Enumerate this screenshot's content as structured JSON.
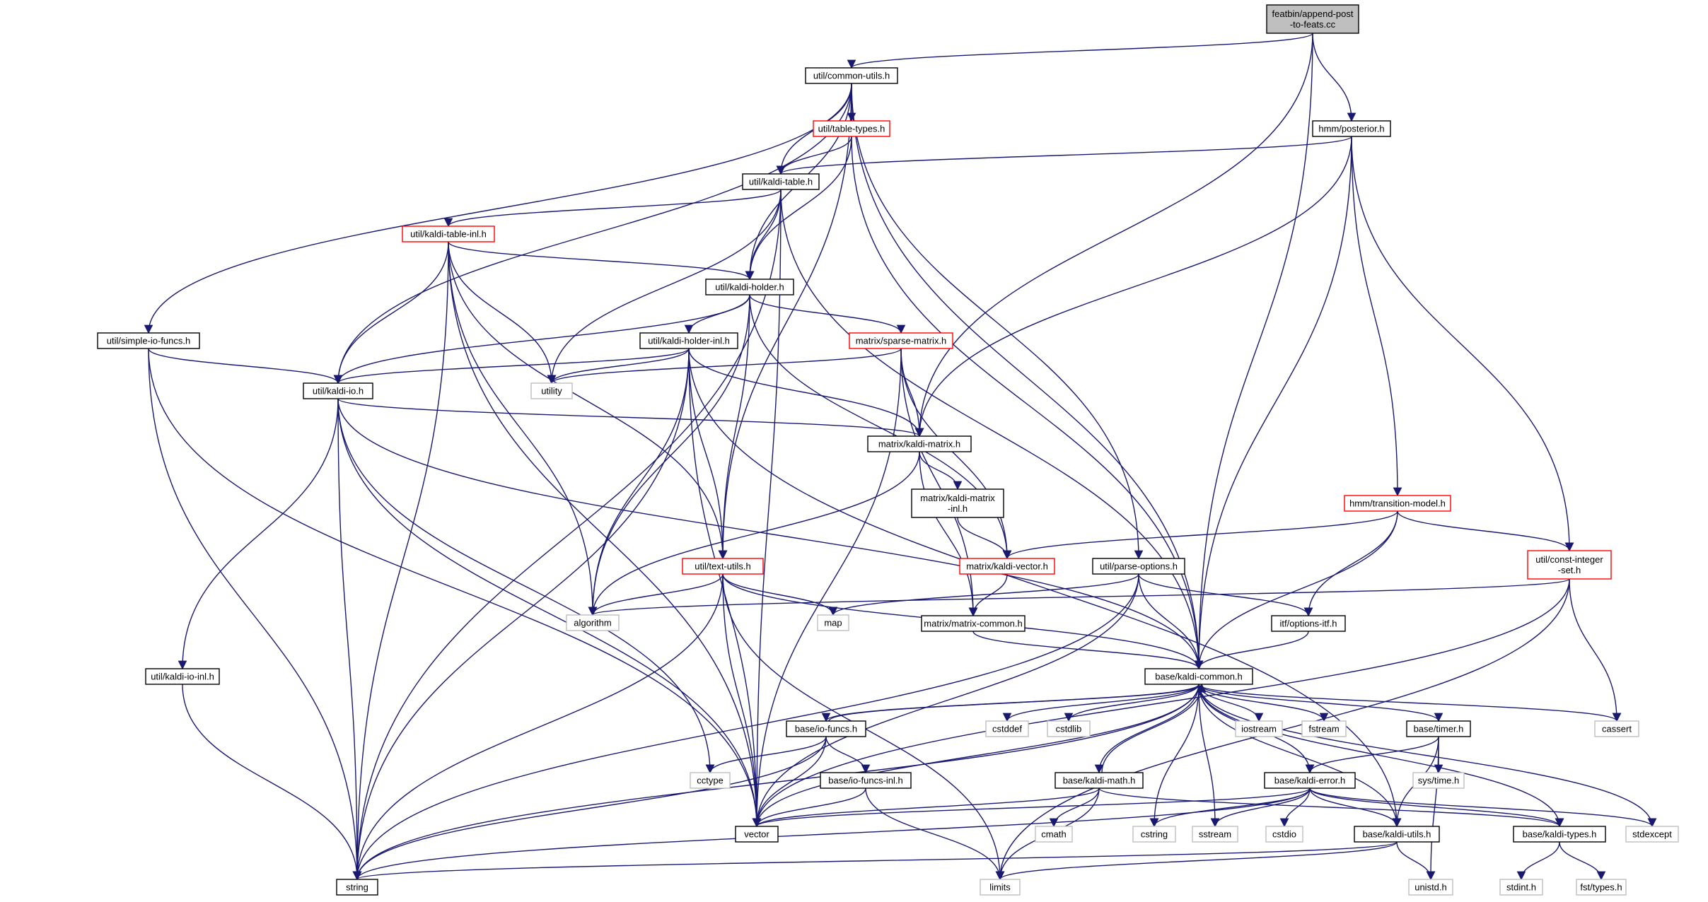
{
  "colors": {
    "edge": "#191970",
    "border_normal": "#000000",
    "border_truncated": "#ff0000",
    "border_system": "#bfbfbf",
    "fill_root": "#bfbfbf",
    "fill_normal": "#ffffff",
    "text_system": "#7f7f7f"
  },
  "nodes": [
    {
      "id": "root",
      "lines": [
        "featbin/append-post",
        "-to-feats.cc"
      ],
      "kind": "root"
    },
    {
      "id": "common_utils",
      "lines": [
        "util/common-utils.h"
      ],
      "kind": "normal"
    },
    {
      "id": "posterior",
      "lines": [
        "hmm/posterior.h"
      ],
      "kind": "normal"
    },
    {
      "id": "table_types",
      "lines": [
        "util/table-types.h"
      ],
      "kind": "truncated"
    },
    {
      "id": "kaldi_table",
      "lines": [
        "util/kaldi-table.h"
      ],
      "kind": "normal"
    },
    {
      "id": "kaldi_table_inl",
      "lines": [
        "util/kaldi-table-inl.h"
      ],
      "kind": "truncated"
    },
    {
      "id": "kaldi_holder",
      "lines": [
        "util/kaldi-holder.h"
      ],
      "kind": "normal"
    },
    {
      "id": "simple_io",
      "lines": [
        "util/simple-io-funcs.h"
      ],
      "kind": "normal"
    },
    {
      "id": "holder_inl",
      "lines": [
        "util/kaldi-holder-inl.h"
      ],
      "kind": "normal"
    },
    {
      "id": "sparse_matrix",
      "lines": [
        "matrix/sparse-matrix.h"
      ],
      "kind": "truncated"
    },
    {
      "id": "utility",
      "lines": [
        "utility"
      ],
      "kind": "system"
    },
    {
      "id": "kaldi_io",
      "lines": [
        "util/kaldi-io.h"
      ],
      "kind": "normal"
    },
    {
      "id": "kaldi_matrix",
      "lines": [
        "matrix/kaldi-matrix.h"
      ],
      "kind": "normal"
    },
    {
      "id": "kaldi_matrix_inl",
      "lines": [
        "matrix/kaldi-matrix",
        "-inl.h"
      ],
      "kind": "normal"
    },
    {
      "id": "transition_model",
      "lines": [
        "hmm/transition-model.h"
      ],
      "kind": "truncated"
    },
    {
      "id": "const_integer_set",
      "lines": [
        "util/const-integer",
        "-set.h"
      ],
      "kind": "truncated"
    },
    {
      "id": "text_utils",
      "lines": [
        "util/text-utils.h"
      ],
      "kind": "truncated"
    },
    {
      "id": "kaldi_vector",
      "lines": [
        "matrix/kaldi-vector.h"
      ],
      "kind": "truncated"
    },
    {
      "id": "parse_options",
      "lines": [
        "util/parse-options.h"
      ],
      "kind": "normal"
    },
    {
      "id": "algorithm",
      "lines": [
        "algorithm"
      ],
      "kind": "system"
    },
    {
      "id": "map",
      "lines": [
        "map"
      ],
      "kind": "system"
    },
    {
      "id": "matrix_common",
      "lines": [
        "matrix/matrix-common.h"
      ],
      "kind": "normal"
    },
    {
      "id": "options_itf",
      "lines": [
        "itf/options-itf.h"
      ],
      "kind": "normal"
    },
    {
      "id": "kaldi_io_inl",
      "lines": [
        "util/kaldi-io-inl.h"
      ],
      "kind": "normal"
    },
    {
      "id": "kaldi_common",
      "lines": [
        "base/kaldi-common.h"
      ],
      "kind": "normal"
    },
    {
      "id": "io_funcs",
      "lines": [
        "base/io-funcs.h"
      ],
      "kind": "normal"
    },
    {
      "id": "cstddef",
      "lines": [
        "cstddef"
      ],
      "kind": "system"
    },
    {
      "id": "cstdlib",
      "lines": [
        "cstdlib"
      ],
      "kind": "system"
    },
    {
      "id": "iostream",
      "lines": [
        "iostream"
      ],
      "kind": "system"
    },
    {
      "id": "fstream",
      "lines": [
        "fstream"
      ],
      "kind": "system"
    },
    {
      "id": "timer",
      "lines": [
        "base/timer.h"
      ],
      "kind": "normal"
    },
    {
      "id": "cassert",
      "lines": [
        "cassert"
      ],
      "kind": "system"
    },
    {
      "id": "cctype",
      "lines": [
        "cctype"
      ],
      "kind": "system"
    },
    {
      "id": "io_funcs_inl",
      "lines": [
        "base/io-funcs-inl.h"
      ],
      "kind": "normal"
    },
    {
      "id": "sys_time",
      "lines": [
        "sys/time.h"
      ],
      "kind": "system"
    },
    {
      "id": "kaldi_math",
      "lines": [
        "base/kaldi-math.h"
      ],
      "kind": "normal"
    },
    {
      "id": "kaldi_error",
      "lines": [
        "base/kaldi-error.h"
      ],
      "kind": "normal"
    },
    {
      "id": "vector",
      "lines": [
        "vector"
      ],
      "kind": "normal"
    },
    {
      "id": "cmath",
      "lines": [
        "cmath"
      ],
      "kind": "system"
    },
    {
      "id": "cstring",
      "lines": [
        "cstring"
      ],
      "kind": "system"
    },
    {
      "id": "sstream",
      "lines": [
        "sstream"
      ],
      "kind": "system"
    },
    {
      "id": "cstdio",
      "lines": [
        "cstdio"
      ],
      "kind": "system"
    },
    {
      "id": "kaldi_utils",
      "lines": [
        "base/kaldi-utils.h"
      ],
      "kind": "normal"
    },
    {
      "id": "kaldi_types",
      "lines": [
        "base/kaldi-types.h"
      ],
      "kind": "normal"
    },
    {
      "id": "stdexcept",
      "lines": [
        "stdexcept"
      ],
      "kind": "system"
    },
    {
      "id": "string",
      "lines": [
        "string"
      ],
      "kind": "normal"
    },
    {
      "id": "limits",
      "lines": [
        "limits"
      ],
      "kind": "system"
    },
    {
      "id": "unistd",
      "lines": [
        "unistd.h"
      ],
      "kind": "system"
    },
    {
      "id": "stdint",
      "lines": [
        "stdint.h"
      ],
      "kind": "system"
    },
    {
      "id": "fst_types",
      "lines": [
        "fst/types.h"
      ],
      "kind": "system"
    }
  ],
  "edges": [
    [
      "root",
      "common_utils"
    ],
    [
      "root",
      "posterior"
    ],
    [
      "root",
      "kaldi_matrix"
    ],
    [
      "root",
      "kaldi_common"
    ],
    [
      "common_utils",
      "table_types"
    ],
    [
      "common_utils",
      "kaldi_table"
    ],
    [
      "common_utils",
      "kaldi_holder"
    ],
    [
      "common_utils",
      "simple_io"
    ],
    [
      "common_utils",
      "kaldi_io"
    ],
    [
      "common_utils",
      "text_utils"
    ],
    [
      "common_utils",
      "parse_options"
    ],
    [
      "common_utils",
      "kaldi_common"
    ],
    [
      "posterior",
      "kaldi_table"
    ],
    [
      "posterior",
      "kaldi_matrix"
    ],
    [
      "posterior",
      "transition_model"
    ],
    [
      "posterior",
      "const_integer_set"
    ],
    [
      "posterior",
      "kaldi_common"
    ],
    [
      "table_types",
      "kaldi_table"
    ],
    [
      "table_types",
      "kaldi_holder"
    ],
    [
      "table_types",
      "kaldi_common"
    ],
    [
      "kaldi_table",
      "kaldi_table_inl"
    ],
    [
      "kaldi_table",
      "kaldi_holder"
    ],
    [
      "kaldi_table",
      "utility"
    ],
    [
      "kaldi_table",
      "vector"
    ],
    [
      "kaldi_table",
      "string"
    ],
    [
      "kaldi_table",
      "kaldi_common"
    ],
    [
      "kaldi_table_inl",
      "kaldi_holder"
    ],
    [
      "kaldi_table_inl",
      "kaldi_io"
    ],
    [
      "kaldi_table_inl",
      "utility"
    ],
    [
      "kaldi_table_inl",
      "text_utils"
    ],
    [
      "kaldi_table_inl",
      "algorithm"
    ],
    [
      "kaldi_table_inl",
      "vector"
    ],
    [
      "kaldi_table_inl",
      "string"
    ],
    [
      "kaldi_holder",
      "holder_inl"
    ],
    [
      "kaldi_holder",
      "sparse_matrix"
    ],
    [
      "kaldi_holder",
      "kaldi_io"
    ],
    [
      "kaldi_holder",
      "text_utils"
    ],
    [
      "kaldi_holder",
      "kaldi_vector"
    ],
    [
      "kaldi_holder",
      "algorithm"
    ],
    [
      "simple_io",
      "kaldi_io"
    ],
    [
      "simple_io",
      "vector"
    ],
    [
      "simple_io",
      "string"
    ],
    [
      "holder_inl",
      "utility"
    ],
    [
      "holder_inl",
      "kaldi_io"
    ],
    [
      "holder_inl",
      "kaldi_matrix"
    ],
    [
      "holder_inl",
      "text_utils"
    ],
    [
      "holder_inl",
      "algorithm"
    ],
    [
      "holder_inl",
      "vector"
    ],
    [
      "holder_inl",
      "string"
    ],
    [
      "holder_inl",
      "kaldi_utils"
    ],
    [
      "sparse_matrix",
      "utility"
    ],
    [
      "sparse_matrix",
      "kaldi_matrix"
    ],
    [
      "sparse_matrix",
      "kaldi_vector"
    ],
    [
      "sparse_matrix",
      "matrix_common"
    ],
    [
      "sparse_matrix",
      "vector"
    ],
    [
      "kaldi_io",
      "kaldi_matrix"
    ],
    [
      "kaldi_io",
      "kaldi_io_inl"
    ],
    [
      "kaldi_io",
      "kaldi_common"
    ],
    [
      "kaldi_io",
      "cctype"
    ],
    [
      "kaldi_io",
      "vector"
    ],
    [
      "kaldi_io",
      "string"
    ],
    [
      "kaldi_matrix",
      "kaldi_matrix_inl"
    ],
    [
      "kaldi_matrix",
      "matrix_common"
    ],
    [
      "kaldi_matrix",
      "algorithm"
    ],
    [
      "kaldi_matrix_inl",
      "kaldi_vector"
    ],
    [
      "transition_model",
      "kaldi_vector"
    ],
    [
      "transition_model",
      "options_itf"
    ],
    [
      "transition_model",
      "const_integer_set"
    ],
    [
      "transition_model",
      "kaldi_common"
    ],
    [
      "const_integer_set",
      "algorithm"
    ],
    [
      "const_integer_set",
      "cassert"
    ],
    [
      "const_integer_set",
      "vector"
    ],
    [
      "const_integer_set",
      "limits"
    ],
    [
      "text_utils",
      "algorithm"
    ],
    [
      "text_utils",
      "map"
    ],
    [
      "text_utils",
      "kaldi_common"
    ],
    [
      "text_utils",
      "vector"
    ],
    [
      "text_utils",
      "string"
    ],
    [
      "text_utils",
      "limits"
    ],
    [
      "kaldi_vector",
      "matrix_common"
    ],
    [
      "parse_options",
      "map"
    ],
    [
      "parse_options",
      "options_itf"
    ],
    [
      "parse_options",
      "kaldi_common"
    ],
    [
      "parse_options",
      "vector"
    ],
    [
      "parse_options",
      "string"
    ],
    [
      "matrix_common",
      "kaldi_common"
    ],
    [
      "options_itf",
      "kaldi_common"
    ],
    [
      "kaldi_io_inl",
      "string"
    ],
    [
      "kaldi_common",
      "io_funcs"
    ],
    [
      "kaldi_common",
      "cstddef"
    ],
    [
      "kaldi_common",
      "cstdlib"
    ],
    [
      "kaldi_common",
      "iostream"
    ],
    [
      "kaldi_common",
      "fstream"
    ],
    [
      "kaldi_common",
      "timer"
    ],
    [
      "kaldi_common",
      "cassert"
    ],
    [
      "kaldi_common",
      "kaldi_math"
    ],
    [
      "kaldi_common",
      "kaldi_error"
    ],
    [
      "kaldi_common",
      "cstring"
    ],
    [
      "kaldi_common",
      "sstream"
    ],
    [
      "kaldi_common",
      "kaldi_utils"
    ],
    [
      "kaldi_common",
      "kaldi_types"
    ],
    [
      "kaldi_common",
      "stdexcept"
    ],
    [
      "kaldi_common",
      "vector"
    ],
    [
      "kaldi_common",
      "string"
    ],
    [
      "io_funcs",
      "kaldi_common"
    ],
    [
      "io_funcs",
      "cctype"
    ],
    [
      "io_funcs",
      "io_funcs_inl"
    ],
    [
      "io_funcs",
      "vector"
    ],
    [
      "io_funcs",
      "string"
    ],
    [
      "io_funcs_inl",
      "vector"
    ],
    [
      "io_funcs_inl",
      "limits"
    ],
    [
      "timer",
      "sys_time"
    ],
    [
      "timer",
      "kaldi_error"
    ],
    [
      "timer",
      "kaldi_utils"
    ],
    [
      "timer",
      "unistd"
    ],
    [
      "kaldi_math",
      "kaldi_common"
    ],
    [
      "kaldi_math",
      "cmath"
    ],
    [
      "kaldi_math",
      "limits"
    ],
    [
      "kaldi_math",
      "vector"
    ],
    [
      "kaldi_math",
      "kaldi_types"
    ],
    [
      "kaldi_error",
      "vector"
    ],
    [
      "kaldi_error",
      "cstring"
    ],
    [
      "kaldi_error",
      "sstream"
    ],
    [
      "kaldi_error",
      "cstdio"
    ],
    [
      "kaldi_error",
      "kaldi_utils"
    ],
    [
      "kaldi_error",
      "kaldi_types"
    ],
    [
      "kaldi_error",
      "stdexcept"
    ],
    [
      "kaldi_error",
      "string"
    ],
    [
      "kaldi_utils",
      "string"
    ],
    [
      "kaldi_utils",
      "limits"
    ],
    [
      "kaldi_utils",
      "unistd"
    ],
    [
      "kaldi_types",
      "stdint"
    ],
    [
      "kaldi_types",
      "fst_types"
    ]
  ]
}
